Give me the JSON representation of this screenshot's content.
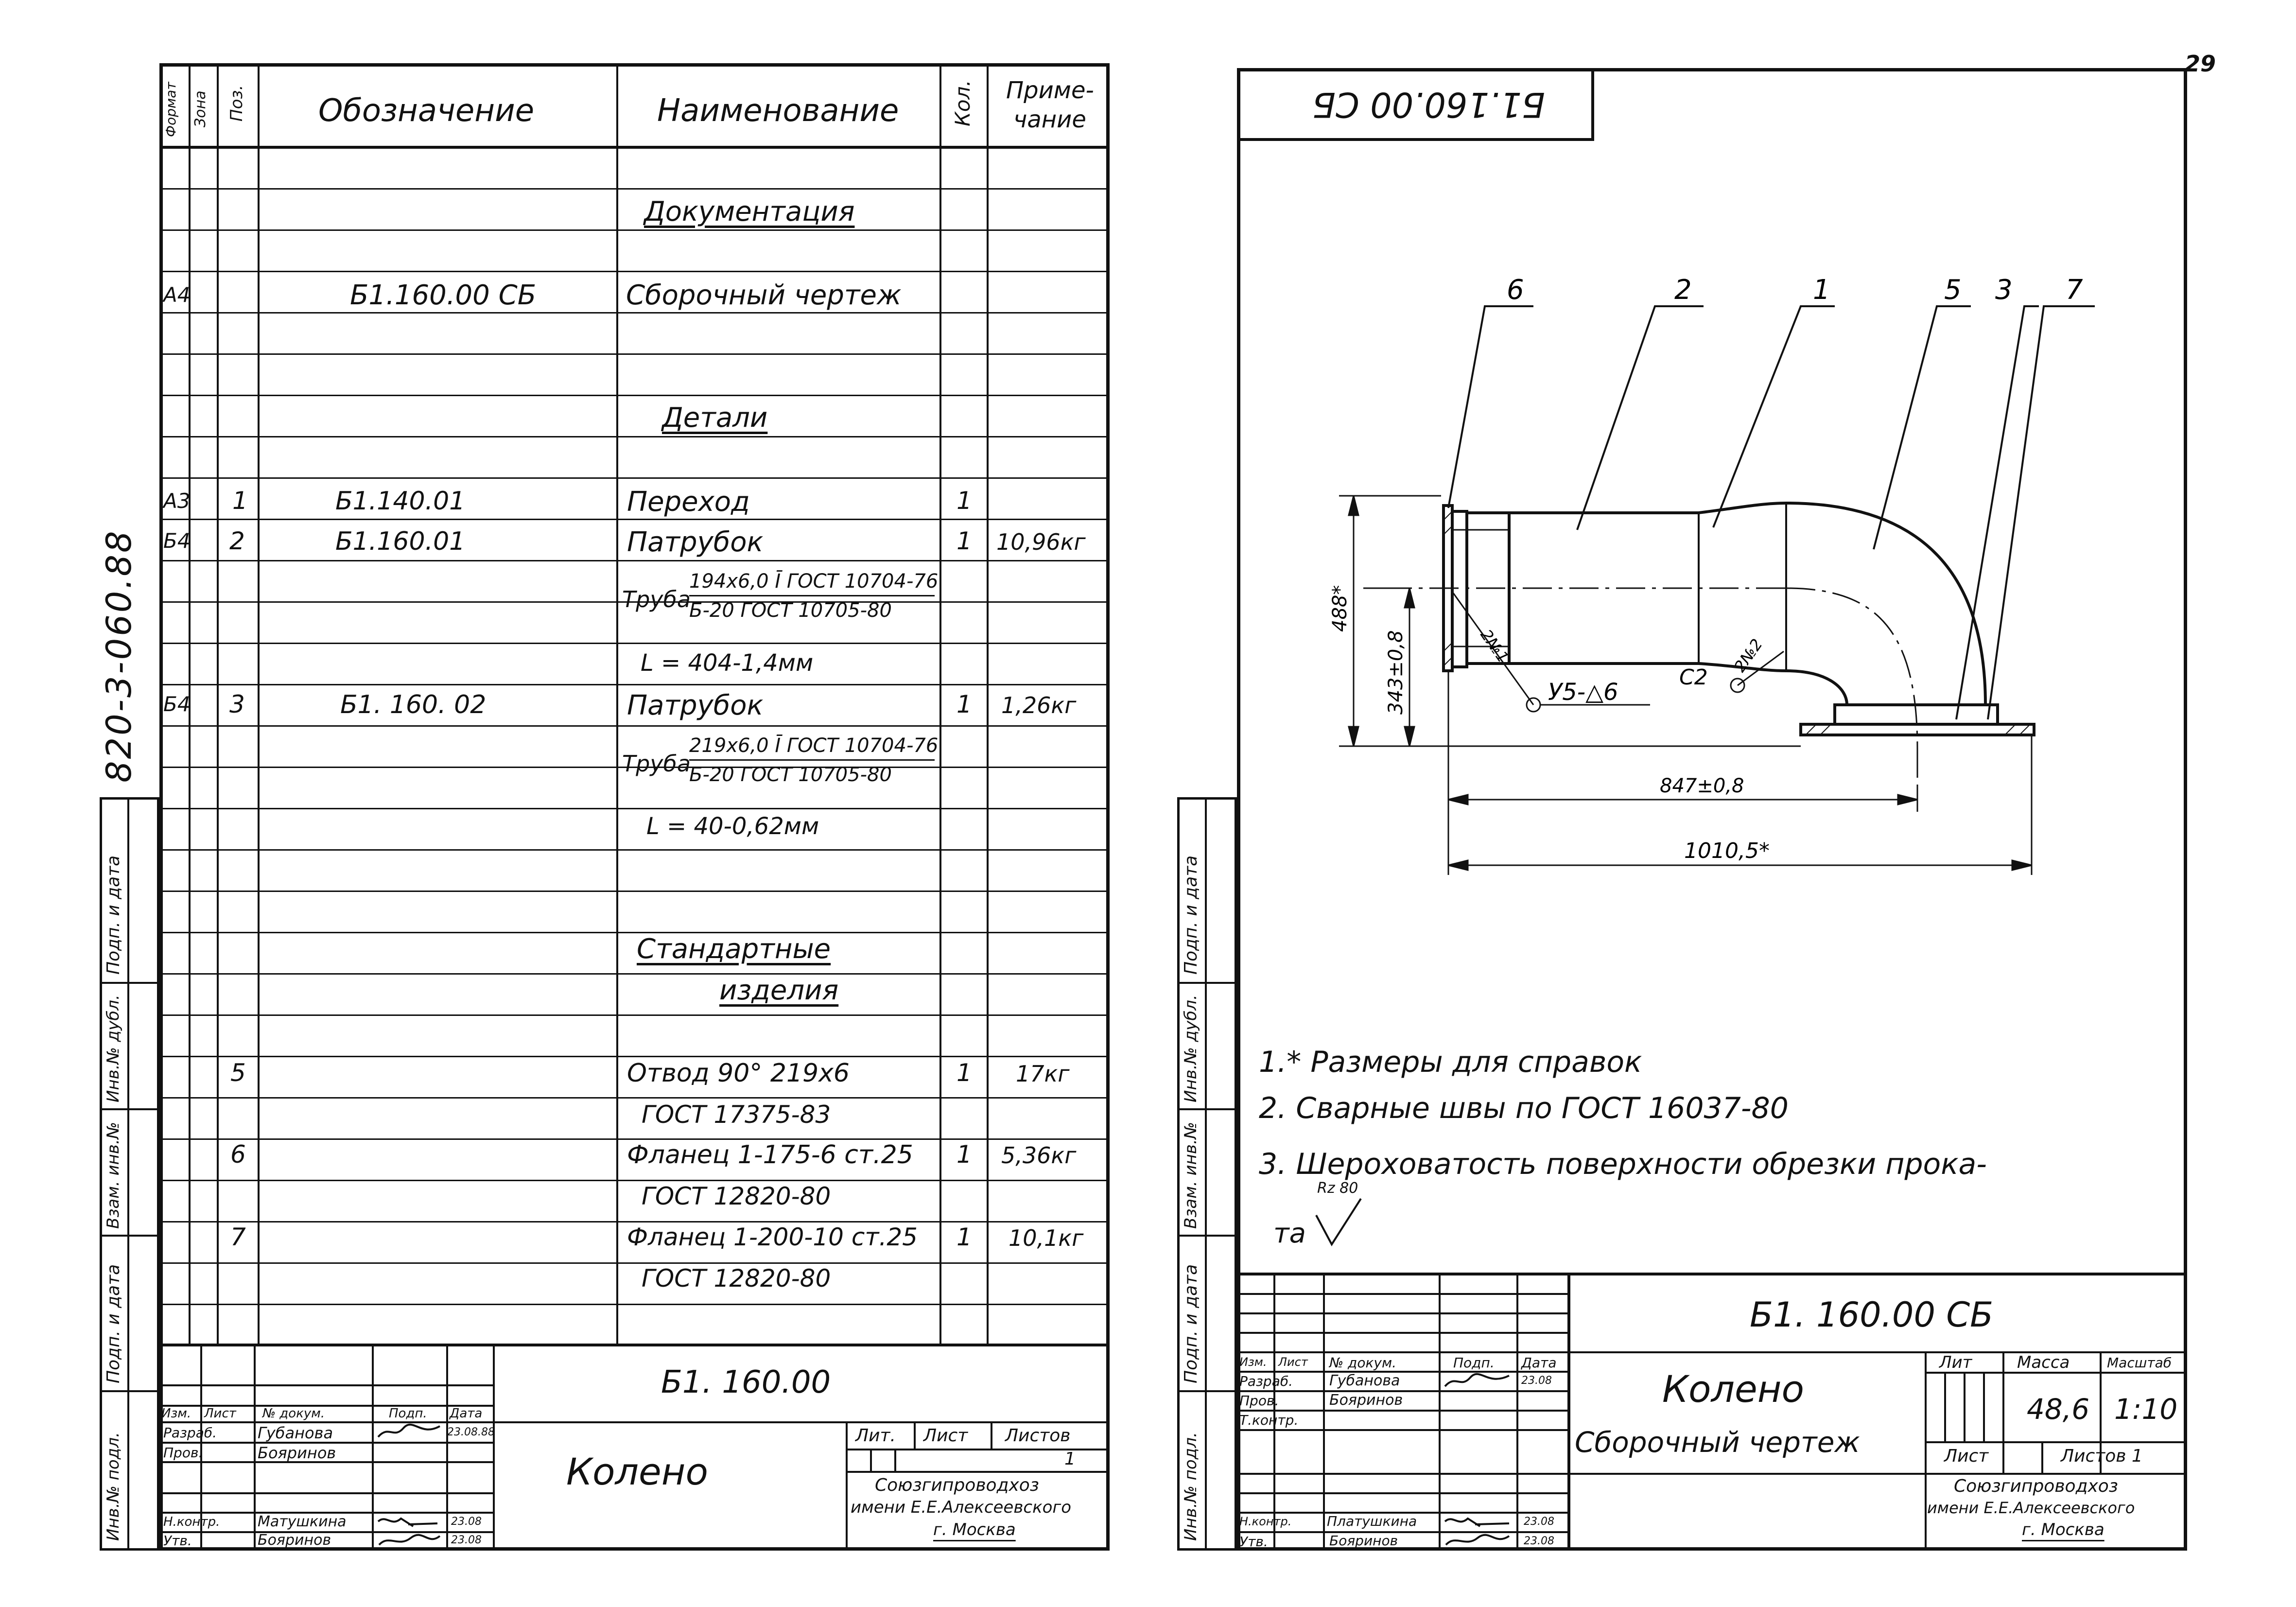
{
  "page_number": "29",
  "left_sheet": {
    "side_code": "820-3-060.88",
    "header": {
      "format": "Формат",
      "zone": "Зона",
      "pos": "Поз.",
      "designation": "Обозначение",
      "name": "Наименование",
      "qty": "Кол.",
      "note_line1": "Приме-",
      "note_line2": "чание"
    },
    "rows": {
      "section_docs": "Документация",
      "docs_format": "А4",
      "docs_designation": "Б1.160.00 СБ",
      "docs_name": "Сборочный чертеж",
      "section_details": "Детали",
      "r1_format": "А3",
      "r1_pos": "1",
      "r1_designation": "Б1.140.01",
      "r1_name": "Переход",
      "r1_qty": "1",
      "r2_format": "Б4",
      "r2_pos": "2",
      "r2_designation": "Б1.160.01",
      "r2_name": "Патрубок",
      "r2_qty": "1",
      "r2_note": "10,96кг",
      "r2_pipe_label": "Труба",
      "r2_pipe_top": "194х6,0 Ī ГОСТ 10704-76",
      "r2_pipe_bottom": "Б-20 ГОСТ 10705-80",
      "r2_length": "L = 404-1,4мм",
      "r3_format": "Б4",
      "r3_pos": "3",
      "r3_designation": "Б1. 160. 02",
      "r3_name": "Патрубок",
      "r3_qty": "1",
      "r3_note": "1,26кг",
      "r3_pipe_label": "Труба",
      "r3_pipe_top": "219х6,0 Ī ГОСТ 10704-76",
      "r3_pipe_bottom": "Б-20 ГОСТ 10705-80",
      "r3_length": "L = 40-0,62мм",
      "section_std_1": "Стандартные",
      "section_std_2": "изделия",
      "r5_pos": "5",
      "r5_name": "Отвод 90° 219х6",
      "r5_qty": "1",
      "r5_note": "17кг",
      "r5_gost": "ГОСТ 17375-83",
      "r6_pos": "6",
      "r6_name": "Фланец 1-175-6 ст.25",
      "r6_qty": "1",
      "r6_note": "5,36кг",
      "r6_gost": "ГОСТ 12820-80",
      "r7_pos": "7",
      "r7_name": "Фланец 1-200-10 ст.25",
      "r7_qty": "1",
      "r7_note": "10,1кг",
      "r7_gost": "ГОСТ 12820-80"
    },
    "side_stamp": [
      "Подп. и дата",
      "Инв.№ дубл.",
      "Взам. инв.№",
      "Подп. и дата",
      "Инв.№ подл."
    ],
    "title_block": {
      "designation": "Б1. 160.00",
      "name": "Колено",
      "col_izm": "Изм.",
      "col_list": "Лист",
      "col_doc": "№ докум.",
      "col_sign": "Подп.",
      "col_date": "Дата",
      "razrab": "Разраб.",
      "razrab_name": "Губанова",
      "razrab_date": "23.08.88",
      "prov": "Пров.",
      "prov_name": "Бояринов",
      "nkontr": "Н.контр.",
      "nkontr_name": "Матушкина",
      "nkontr_date": "23.08",
      "utv": "Утв.",
      "utv_name": "Бояринов",
      "utv_date": "23.08",
      "lit": "Лит.",
      "list": "Лист",
      "listov": "Листов",
      "listov_val": "1",
      "org1": "Союзгипроводхоз",
      "org2": "имени Е.Е.Алексеевского",
      "org3": "г. Москва"
    }
  },
  "right_sheet": {
    "stamp_top": "Б1.160.00 СБ",
    "drawing": {
      "callouts": [
        "6",
        "2",
        "1",
        "5",
        "3",
        "7"
      ],
      "dim_488": "488*",
      "dim_343": "343±0,8",
      "dim_847": "847±0,8",
      "dim_1010": "1010,5*",
      "weld1": "2№1",
      "weld2": "2№2",
      "weld_sym1": "У5-△6",
      "weld_sym2": "С2"
    },
    "notes": [
      "1.* Размеры для справок",
      "2. Сварные швы по ГОСТ 16037-80",
      "3. Шероховатость поверхности обрезки прока-"
    ],
    "note_tail": "та",
    "roughness": "Rz 80",
    "side_stamp": [
      "Подп. и дата",
      "Инв.№ дубл.",
      "Взам. инв.№",
      "Подп. и дата",
      "Инв.№ подл."
    ],
    "title_block": {
      "designation": "Б1. 160.00 СБ",
      "name1": "Колено",
      "name2": "Сборочный чертеж",
      "col_izm": "Изм.",
      "col_list": "Лист",
      "col_doc": "№ докум.",
      "col_sign": "Подп.",
      "col_date": "Дата",
      "razrab": "Разраб.",
      "razrab_name": "Губанова",
      "razrab_date": "23.08",
      "prov": "Пров.",
      "prov_name": "Бояринов",
      "tkontr": "Т.контр.",
      "nkontr": "Н.контр.",
      "nkontr_name": "Платушкина",
      "nkontr_date": "23.08",
      "utv": "Утв.",
      "utv_name": "Бояринов",
      "utv_date": "23.08",
      "lit": "Лит",
      "mass": "Масса",
      "scale": "Масштаб",
      "mass_val": "48,6",
      "scale_val": "1:10",
      "list": "Лист",
      "listov": "Листов 1",
      "org1": "Союзгипроводхоз",
      "org2": "имени Е.Е.Алексеевского",
      "org3": "г. Москва"
    }
  }
}
